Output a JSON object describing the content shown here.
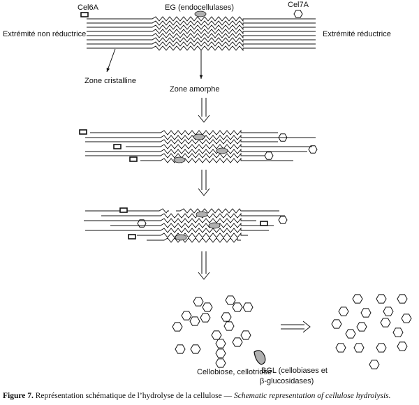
{
  "labels": {
    "cel6a": "Cel6A",
    "eg": "EG (endocellulases)",
    "cel7a": "Cel7A",
    "non_reducing_end": "Extrémité non réductrice",
    "reducing_end": "Extrémité réductrice",
    "crystalline_zone": "Zone cristalline",
    "amorphous_zone": "Zone amorphe",
    "products": "Cellobiose, cellotriose",
    "bgl_line1": "BGL (cellobiases et",
    "bgl_line2": "β-glucosidases)"
  },
  "caption": {
    "label": "Figure 7.",
    "text_fr": "Représentation schématique de l’hydrolyse de la cellulose —",
    "text_en": "Schematic representation of cellulose hydrolysis."
  },
  "colors": {
    "line": "#111111",
    "enzyme_fill": "#b0b0b0",
    "background": "#ffffff"
  }
}
